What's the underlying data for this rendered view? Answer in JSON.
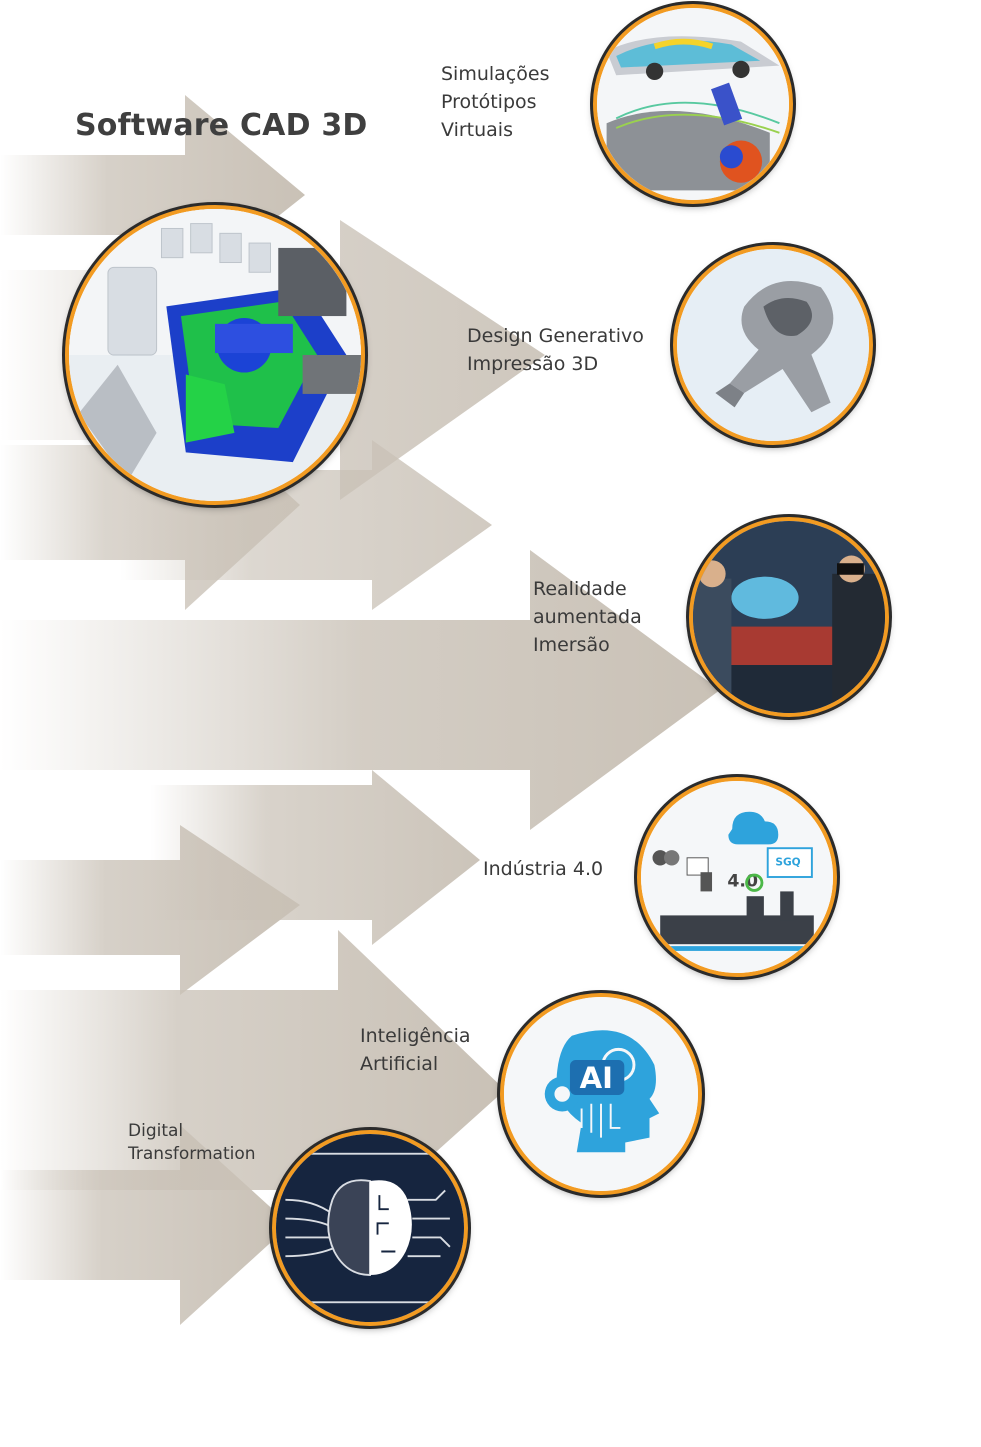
{
  "title": "Software CAD 3D",
  "items": [
    {
      "lines": [
        "Simulações",
        "Protótipos",
        "Virtuais"
      ],
      "image": "simulation-image"
    },
    {
      "lines": [
        "Design Generativo",
        "Impressão 3D"
      ],
      "image": "generative-design-image"
    },
    {
      "lines": [
        "Realidade",
        "aumentada",
        "Imersão"
      ],
      "image": "augmented-reality-image"
    },
    {
      "lines": [
        "Indústria 4.0"
      ],
      "image": "industry-40-image"
    },
    {
      "lines": [
        "Inteligência",
        "Artificial"
      ],
      "image": "ai-head-image"
    },
    {
      "lines": [
        "Digital",
        "Transformation"
      ],
      "image": "digital-brain-image"
    }
  ],
  "colors": {
    "arrow": "#c9c1b6",
    "ring": "#f29b22",
    "ring_outline": "#2b2b2b",
    "text": "#3a3a3a"
  },
  "ai_badge": "AI",
  "industry_badges": {
    "version": "4.0",
    "sgq": "SGQ"
  }
}
